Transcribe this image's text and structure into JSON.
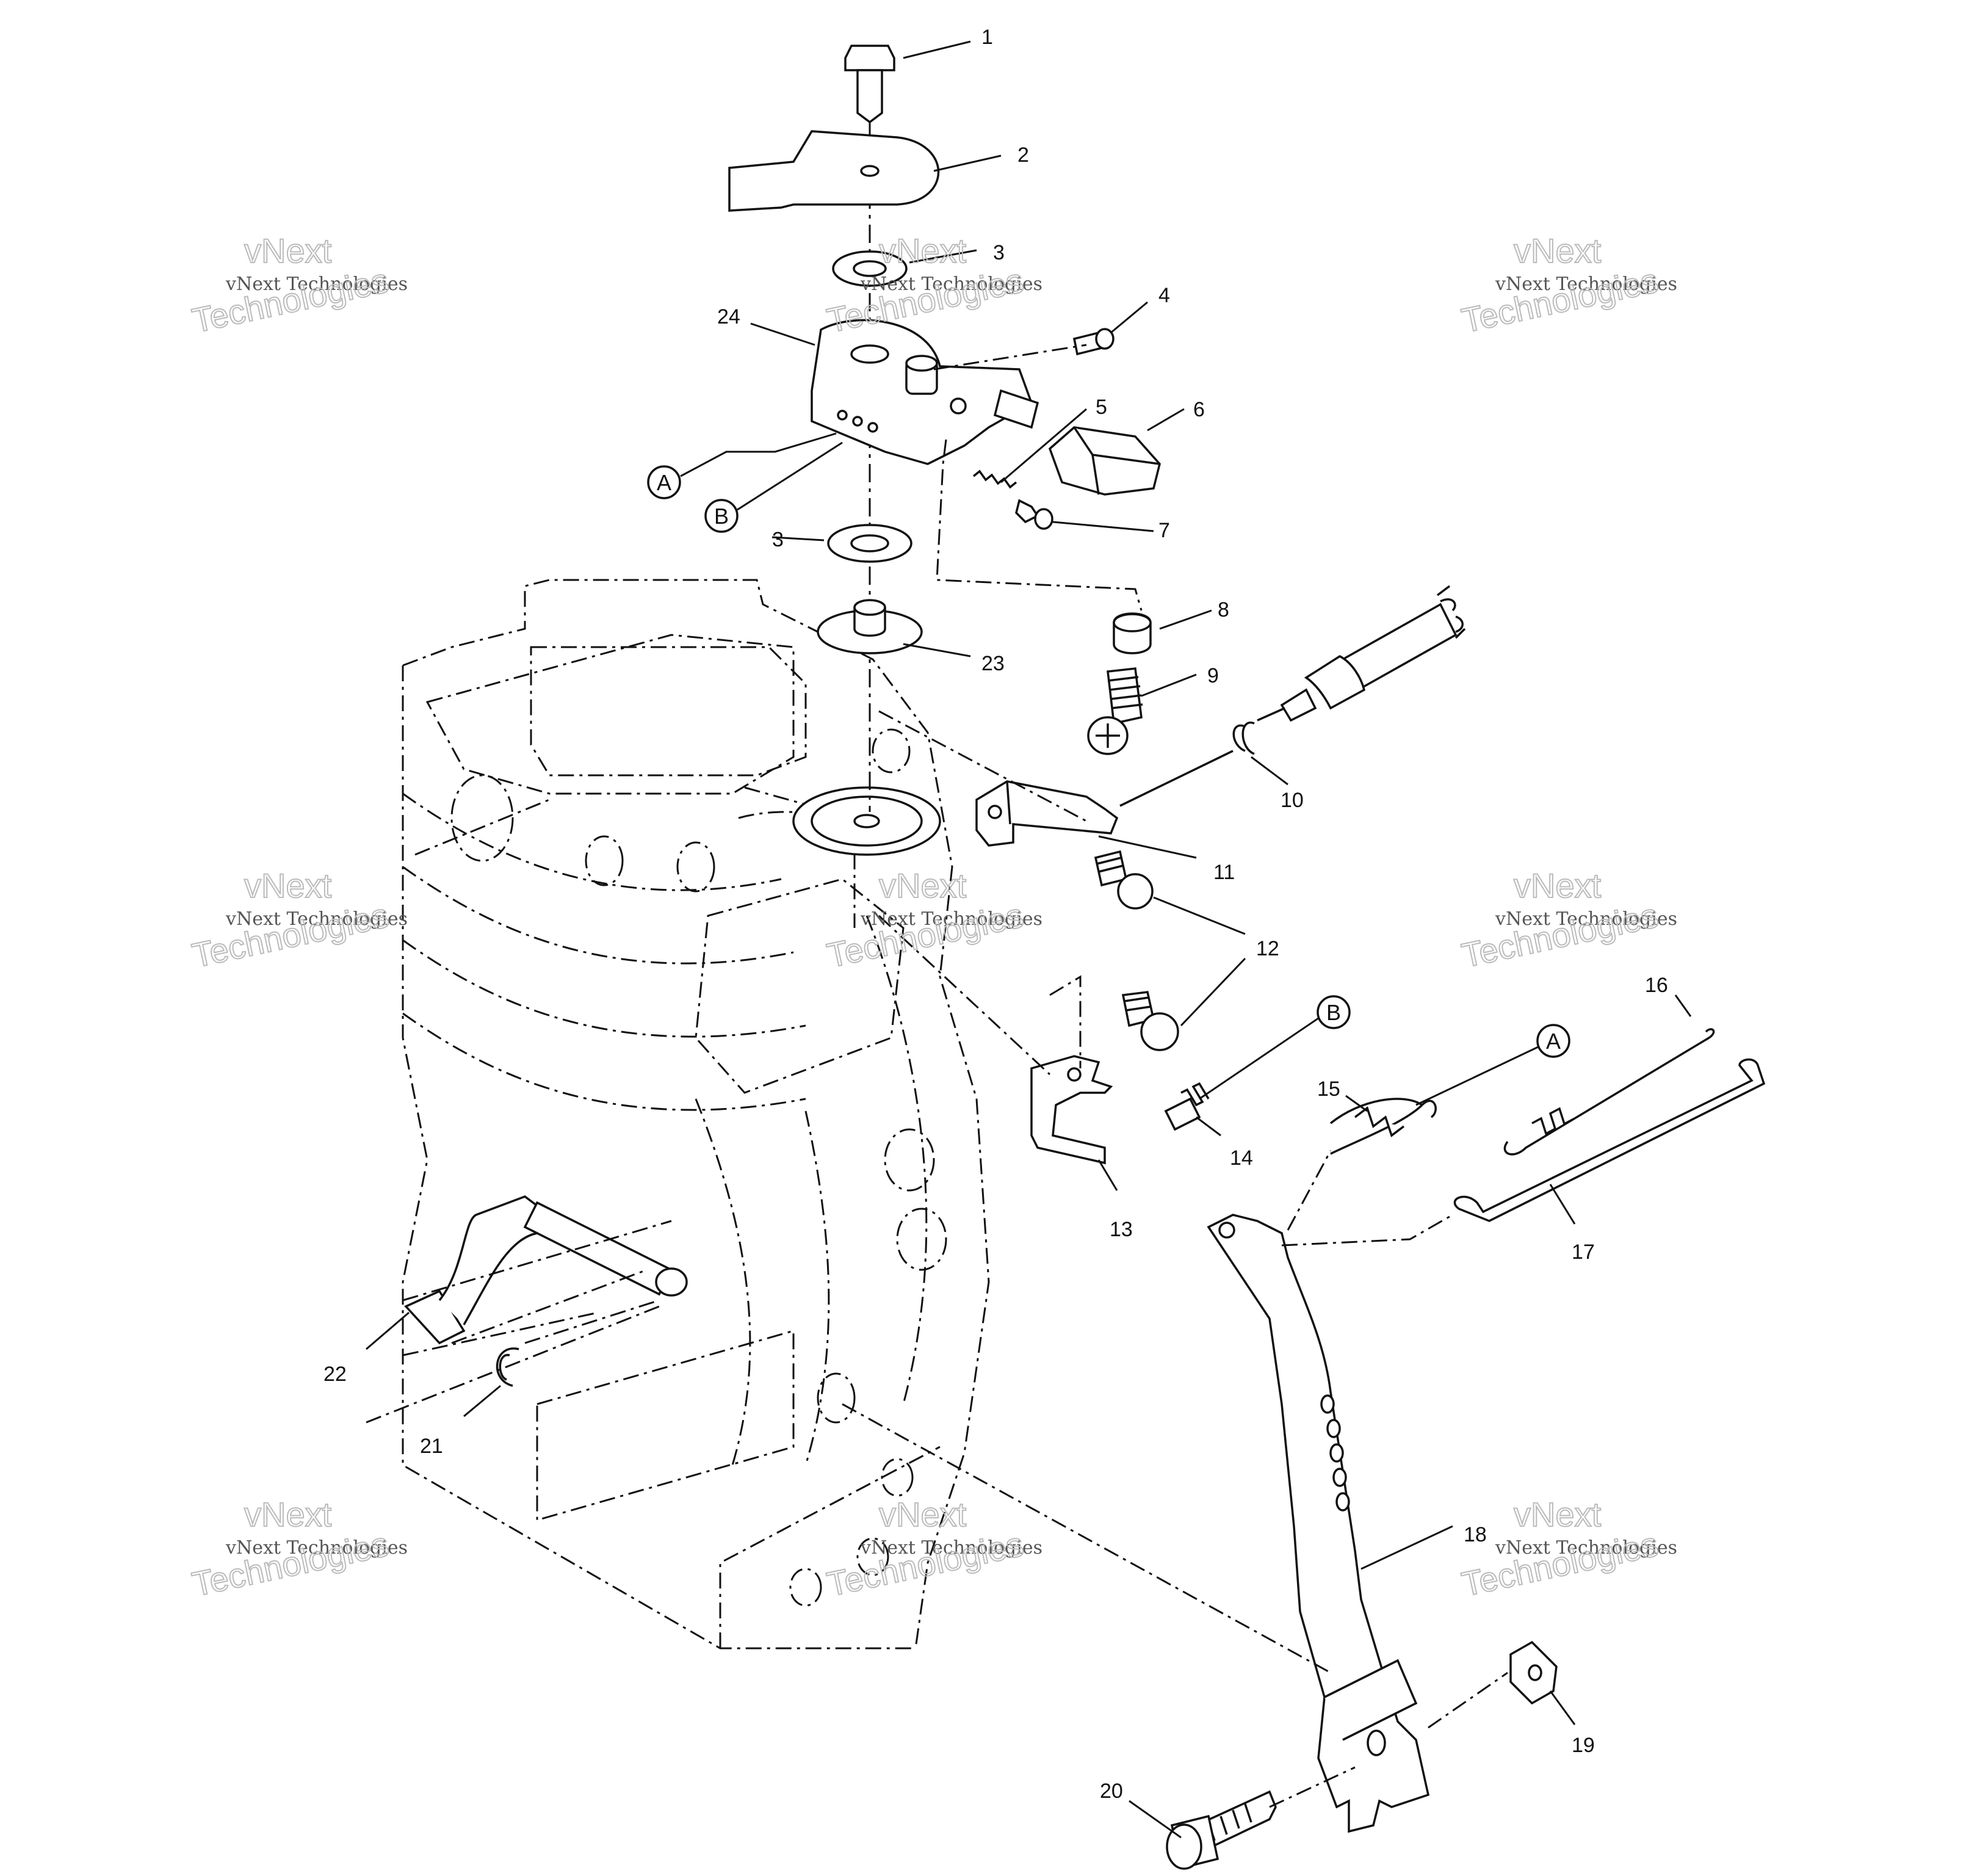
{
  "part_numbers": [
    "1",
    "2",
    "3",
    "4",
    "5",
    "6",
    "7",
    "8",
    "9",
    "10",
    "11",
    "12",
    "13",
    "14",
    "15",
    "16",
    "17",
    "18",
    "19",
    "20",
    "21",
    "22",
    "23",
    "24"
  ],
  "callouts": [
    "A",
    "B"
  ],
  "watermark": {
    "line1": "vNext Technologies",
    "line2": "vNext",
    "line3": "Technologies"
  },
  "colors": {
    "ink": "#111111",
    "paper": "#ffffff",
    "watermark": "#bbbbbb"
  }
}
